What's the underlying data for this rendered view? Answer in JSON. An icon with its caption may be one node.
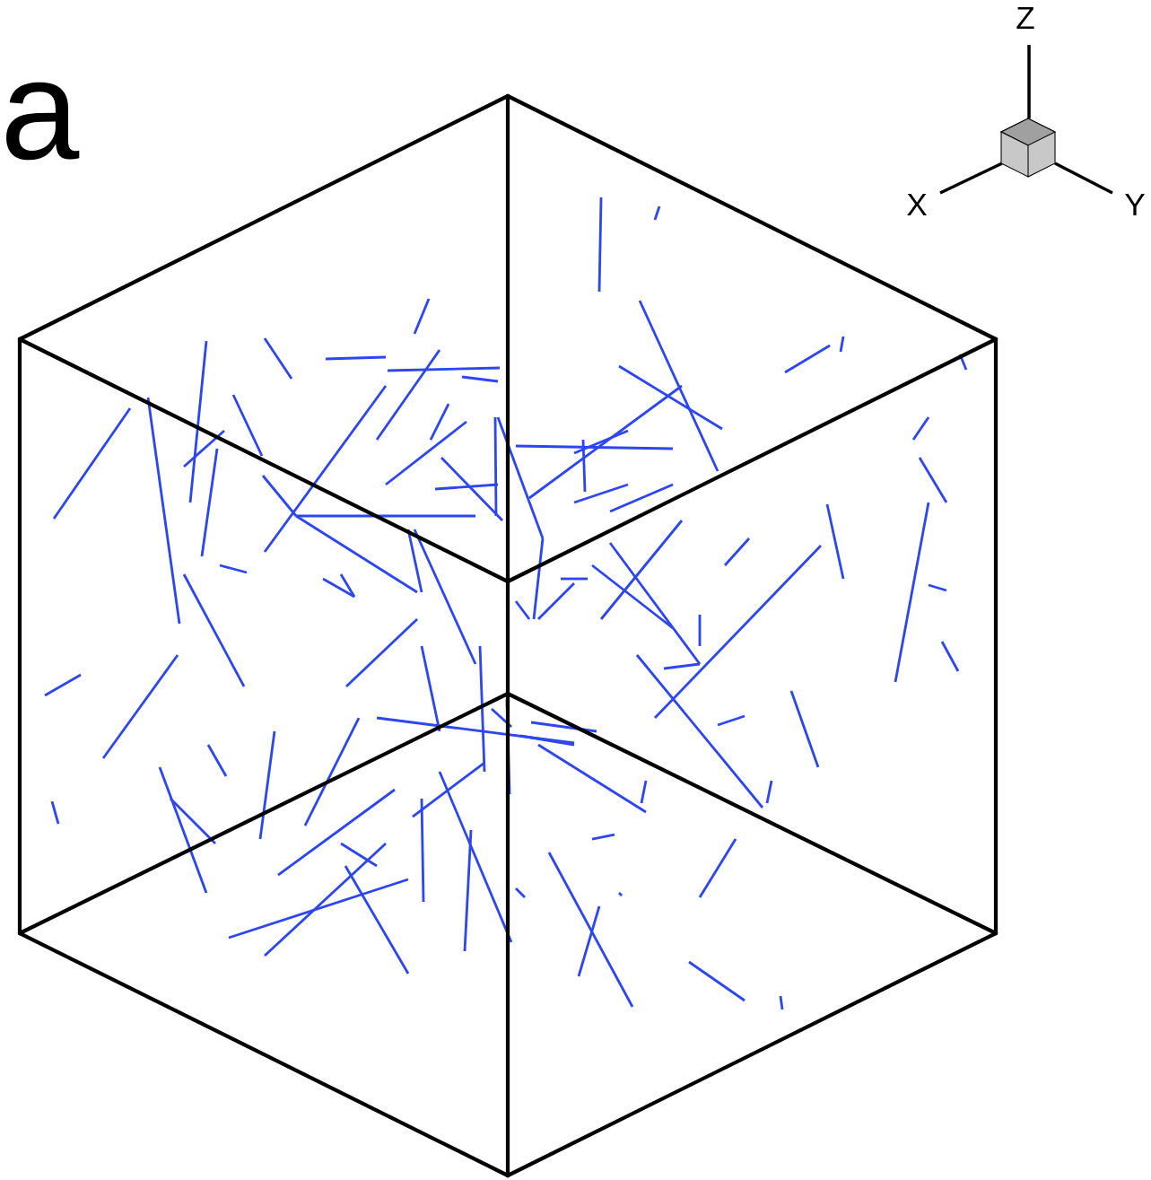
{
  "diagram": {
    "labels": [
      "a",
      "Z",
      "X",
      "Y"
    ]
  }
}
